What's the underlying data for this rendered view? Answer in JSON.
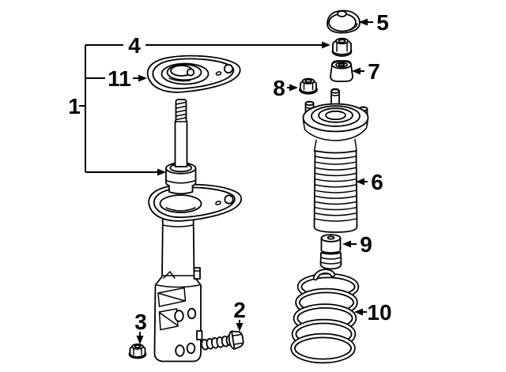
{
  "diagram": {
    "background_color": "#ffffff",
    "line_color": "#000000",
    "callouts": {
      "c1": "1",
      "c2": "2",
      "c3": "3",
      "c4": "4",
      "c5": "5",
      "c6": "6",
      "c7": "7",
      "c8": "8",
      "c9": "9",
      "c10": "10",
      "c11": "11"
    }
  }
}
